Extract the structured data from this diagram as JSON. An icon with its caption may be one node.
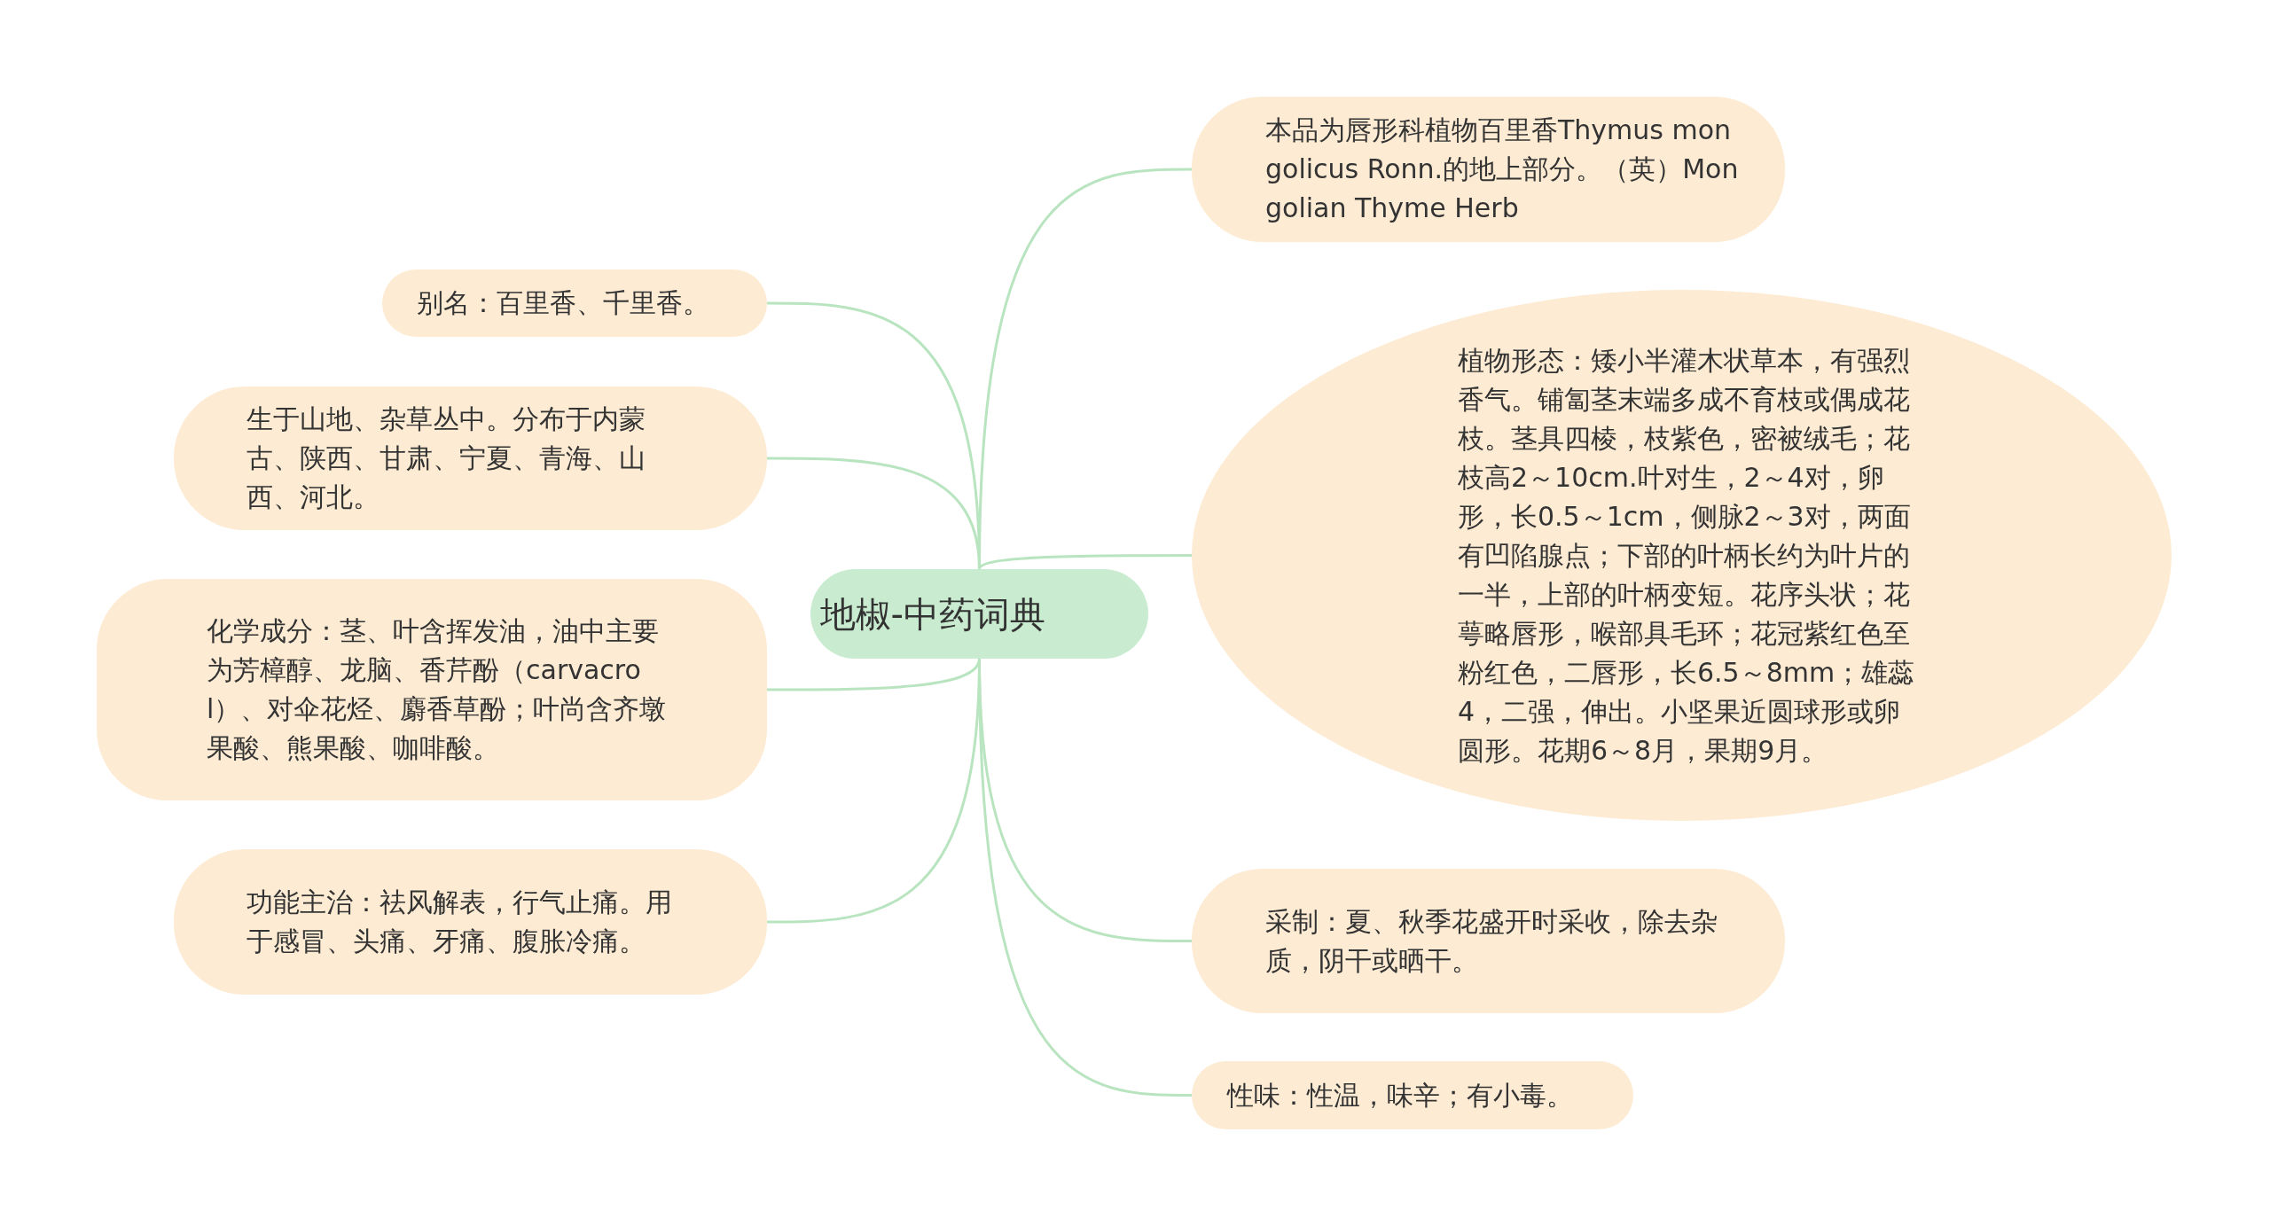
{
  "diagram": {
    "nodes": [
      {
        "text": [
          "地椒-中药词典"
        ]
      },
      {
        "text": [
          "别名：百里香、千里香。"
        ]
      },
      {
        "text": [
          "生于山地、杂草丛中。分布于内蒙古、陕西、甘肃、宁夏、青海、山西、河北。"
        ]
      },
      {
        "text": [
          "化学成分：茎、叶含挥发油，油中主要为芳樟醇、龙脑、香芹酚（carvacrol）、对伞花烃、麝香草酚；叶尚含齐墩果酸、熊果酸、咖啡酸。"
        ]
      },
      {
        "text": [
          "功能主治：祛风解表，行气止痛。用于感冒、头痛、牙痛、腹胀冷痛。"
        ]
      },
      {
        "text": [
          "本品为唇形科植物百里香Thymus mongolicus Ronn.的地上部分。（英）Mongolian Thyme Herb"
        ]
      },
      {
        "text": [
          "植物形态：矮小半灌木状草本，有强烈香气。铺匐茎末端多成不育枝或偶成花枝。茎具四棱，枝紫色，密被绒毛；花枝高2～10cm.叶对生，2～4对，卵形，长0.5～1cm，侧脉2～3对，两面有凹陷腺点；下部的叶柄长约为叶片的一半，上部的叶柄变短。花序头状；花萼略唇形，喉部具毛环；花冠紫红色至粉红色，二唇形，长6.5～8mm；雄蕊4，二强，伸出。小坚果近圆球形或卵圆形。花期6～8月，果期9月。"
        ]
      },
      {
        "text": [
          "采制：夏、秋季花盛开时采收，除去杂质，阴干或晒干。"
        ]
      },
      {
        "text": [
          "性味：性温，味辛；有小毒。"
        ]
      }
    ],
    "edges": [
      {
        "from": 0,
        "to": 1,
        "arrow": "none"
      },
      {
        "from": 0,
        "to": 2,
        "arrow": "none"
      },
      {
        "from": 0,
        "to": 3,
        "arrow": "none"
      },
      {
        "from": 0,
        "to": 4,
        "arrow": "none"
      },
      {
        "from": 0,
        "to": 5,
        "arrow": "none"
      },
      {
        "from": 0,
        "to": 6,
        "arrow": "none"
      },
      {
        "from": 0,
        "to": 7,
        "arrow": "none"
      },
      {
        "from": 0,
        "to": 8,
        "arrow": "none"
      }
    ]
  }
}
